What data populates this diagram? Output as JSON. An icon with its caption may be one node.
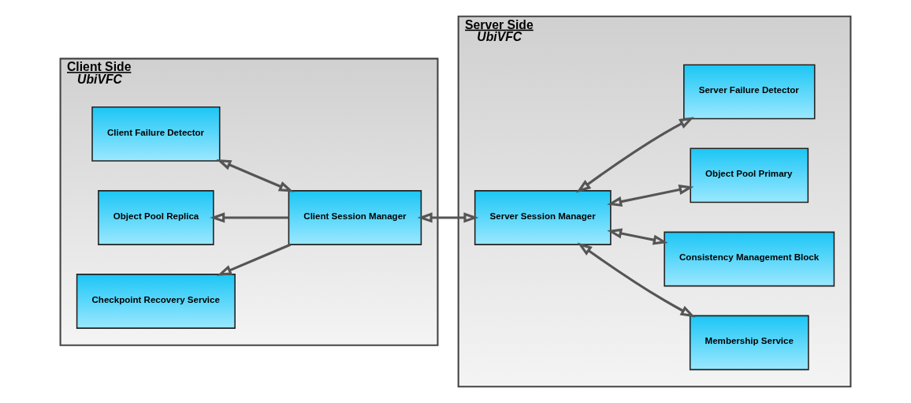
{
  "diagram": {
    "nodes": [
      {
        "text": [
          "Client Side",
          "UbiVFC"
        ]
      },
      {
        "text": [
          "Client Failure Detector"
        ],
        "in": 0
      },
      {
        "text": [
          "Object Pool Replica"
        ],
        "in": 0
      },
      {
        "text": [
          "Client Session Manager"
        ],
        "in": 0
      },
      {
        "text": [
          "Checkpoint Recovery Service"
        ],
        "in": 0
      },
      {
        "text": [
          "Server Side",
          "UbiVFC"
        ]
      },
      {
        "text": [
          "Membership Service"
        ],
        "in": 5
      },
      {
        "text": [
          "Consistency Management Block"
        ],
        "in": 5
      },
      {
        "text": [
          "Server Session Manager"
        ],
        "in": 5
      },
      {
        "text": [
          "Object Pool Primary"
        ],
        "in": 5
      },
      {
        "text": [
          "Server Failure Detector"
        ],
        "in": 5
      }
    ],
    "edges": [
      {
        "from": 1,
        "to": 3,
        "arrow": "both"
      },
      {
        "from": 3,
        "to": 2,
        "arrow": "to"
      },
      {
        "from": 3,
        "to": 4,
        "arrow": "to"
      },
      {
        "from": 3,
        "to": 8,
        "arrow": "both"
      },
      {
        "from": 8,
        "to": 6,
        "arrow": "both"
      },
      {
        "from": 8,
        "to": 7,
        "arrow": "both"
      },
      {
        "from": 8,
        "to": 9,
        "arrow": "both"
      },
      {
        "from": 8,
        "to": 10,
        "arrow": "both"
      }
    ]
  }
}
